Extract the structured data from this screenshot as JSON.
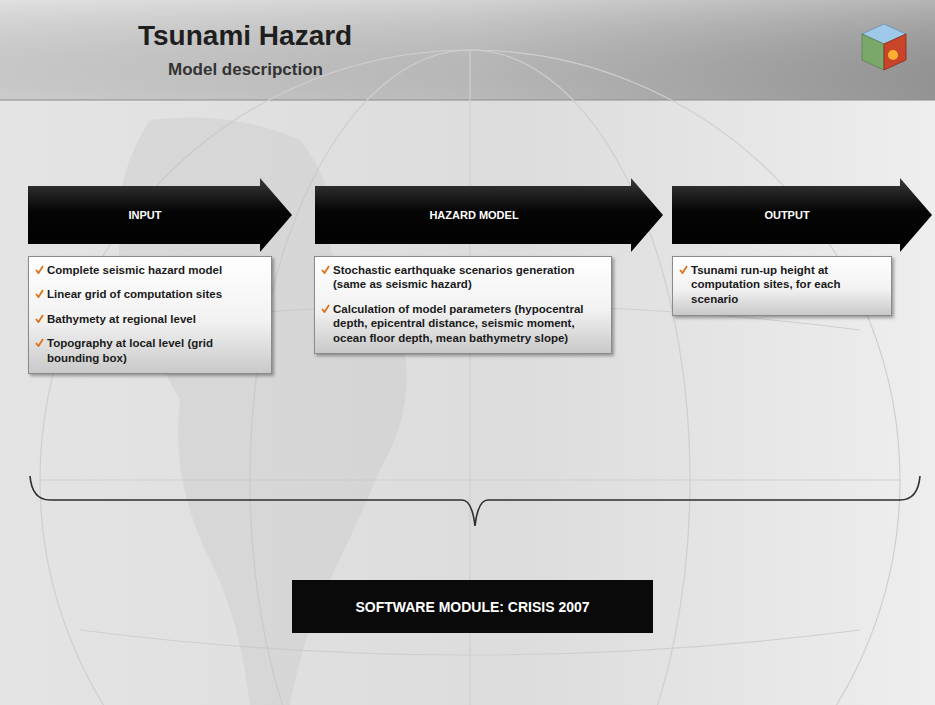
{
  "diagram": {
    "title": "Tsunami Hazard",
    "nodes": [
      {
        "text": [
          "INPUT"
        ]
      },
      {
        "text": [
          "Complete seismic hazard model",
          "Linear grid of computation sites",
          "Bathymety at regional level",
          "Topography at local level (grid bounding box)"
        ]
      },
      {
        "text": [
          "HAZARD MODEL"
        ]
      },
      {
        "text": [
          "Stochastic earthquake scenarios generation (same as seismic hazard)",
          "Calculation of model parameters (hypocentral depth, epicentral distance, seismic moment, ocean floor depth, mean bathymetry slope)"
        ]
      },
      {
        "text": [
          "OUTPUT"
        ]
      },
      {
        "text": [
          "Tsunami run-up height at computation sites, for each scenario"
        ]
      },
      {
        "text": [
          "SOFTWARE MODULE: CRISIS 2007"
        ]
      }
    ],
    "labels": [
      "Model descripction"
    ]
  }
}
